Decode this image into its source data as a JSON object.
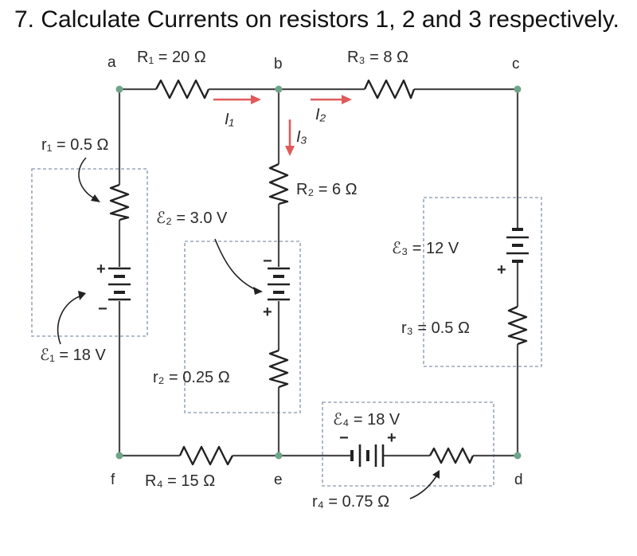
{
  "question": "7. Calculate Currents on resistors 1, 2 and 3 respectively.",
  "nodes": {
    "a": "a",
    "b": "b",
    "c": "c",
    "d": "d",
    "e": "e",
    "f": "f"
  },
  "components": {
    "R1": "R₁ = 20 Ω",
    "R2": "R₂ = 6 Ω",
    "R3": "R₃ = 8 Ω",
    "R4": "R₄ = 15 Ω",
    "r1": "r₁ = 0.5 Ω",
    "r2": "r₂ = 0.25 Ω",
    "r3": "r₃ = 0.5 Ω",
    "r4": "r₄ = 0.75 Ω",
    "E1": "ℰ₁ = 18 V",
    "E2": "ℰ₂ = 3.0 V",
    "E3": "ℰ₃ = 12 V",
    "E4": "ℰ₄ = 18 V"
  },
  "currents": {
    "I1": "I₁",
    "I2": "I₂",
    "I3": "I₃"
  },
  "polarity": {
    "plus": "+",
    "minus": "−"
  }
}
